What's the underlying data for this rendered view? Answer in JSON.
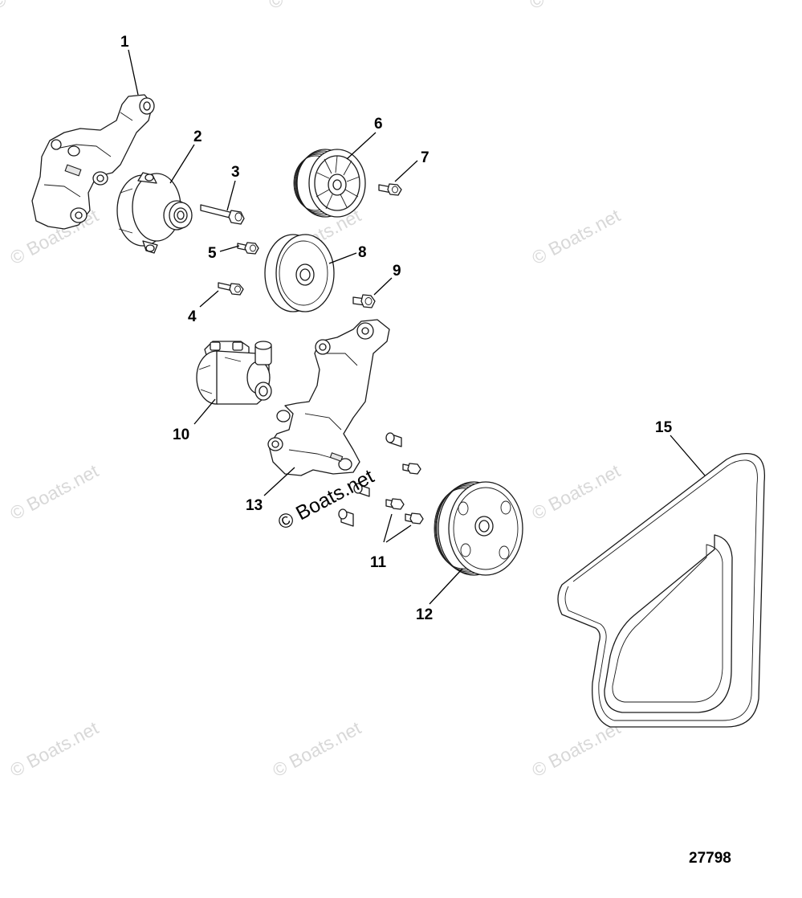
{
  "diagram": {
    "figure_number": "27798",
    "callouts": {
      "c1": "1",
      "c2": "2",
      "c3": "3",
      "c4": "4",
      "c5": "5",
      "c6": "6",
      "c7": "7",
      "c8": "8",
      "c9": "9",
      "c10": "10",
      "c11": "11",
      "c12": "12",
      "c13": "13",
      "c15": "15"
    },
    "watermark": "© Boats.net",
    "watermark_center": "© Boats.net"
  }
}
